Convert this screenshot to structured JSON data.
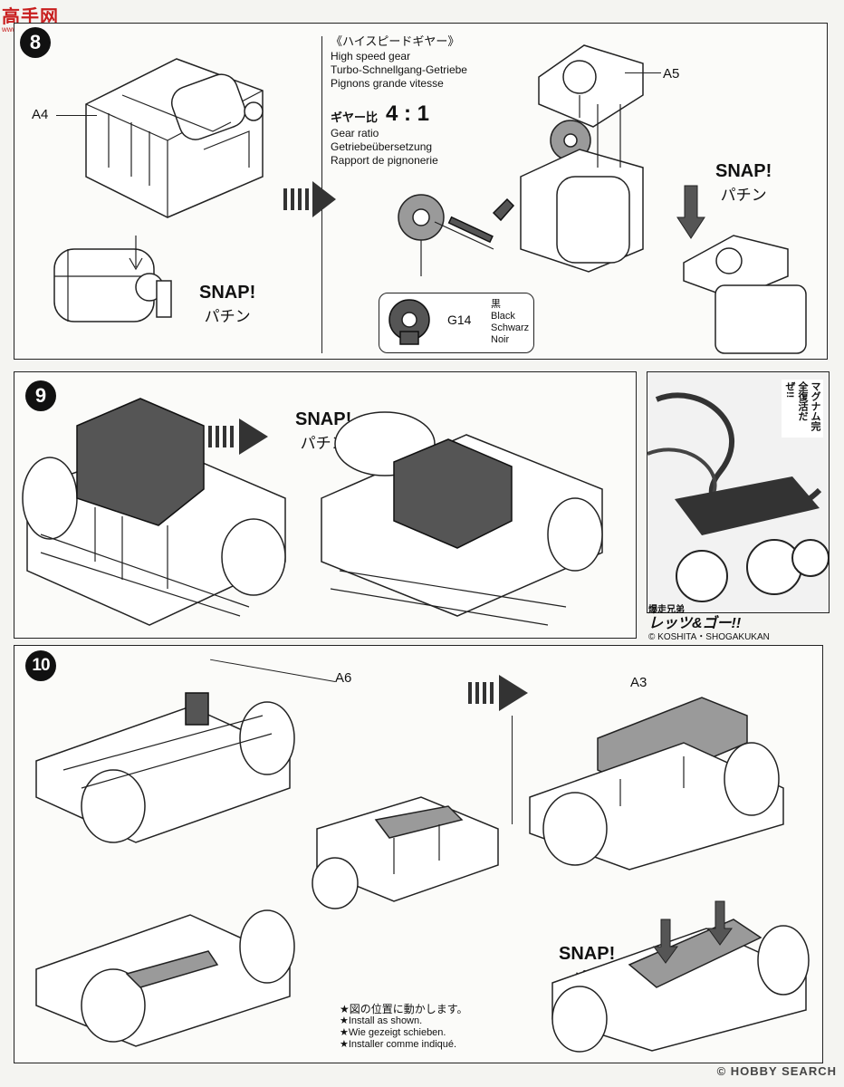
{
  "header": {
    "site_logo_text": "高手网",
    "site_logo_sub": "www.gaoshou.net"
  },
  "step8": {
    "number": "8",
    "label_a4": "A4",
    "label_a5": "A5",
    "snap_left": {
      "en": "SNAP!",
      "jp": "パチン"
    },
    "snap_right": {
      "en": "SNAP!",
      "jp": "パチン"
    },
    "gear_title": "《ハイスピードギヤー》",
    "gear_names": [
      "High speed gear",
      "Turbo-Schnellgang-Getriebe",
      "Pignons grande vitesse"
    ],
    "ratio_label": "ギヤー比",
    "ratio_value": "4 : 1",
    "ratio_names": [
      "Gear ratio",
      "Getriebeübersetzung",
      "Rapport de pignonerie"
    ],
    "part_code": "G14",
    "part_color_jp": "黒",
    "part_colors": [
      "Black",
      "Schwarz",
      "Noir"
    ]
  },
  "step9": {
    "number": "9",
    "snap": {
      "en": "SNAP!",
      "jp": "パチン"
    }
  },
  "manga": {
    "speech": "マグナム完全復活だぜ!!",
    "title_small": "爆走兄弟",
    "title_main": "レッツ&ゴー!!",
    "copyright": "© KOSHITA・SHOGAKUKAN"
  },
  "step10": {
    "number": "10",
    "label_a6": "A6",
    "label_a3": "A3",
    "snap": {
      "en": "SNAP!",
      "jp": "パチ"
    },
    "notes": [
      "★図の位置に動かします。",
      "★Install as shown.",
      "★Wie gezeigt schieben.",
      "★Installer comme indiqué."
    ]
  },
  "footer": {
    "watermark": "© HOBBY SEARCH"
  }
}
